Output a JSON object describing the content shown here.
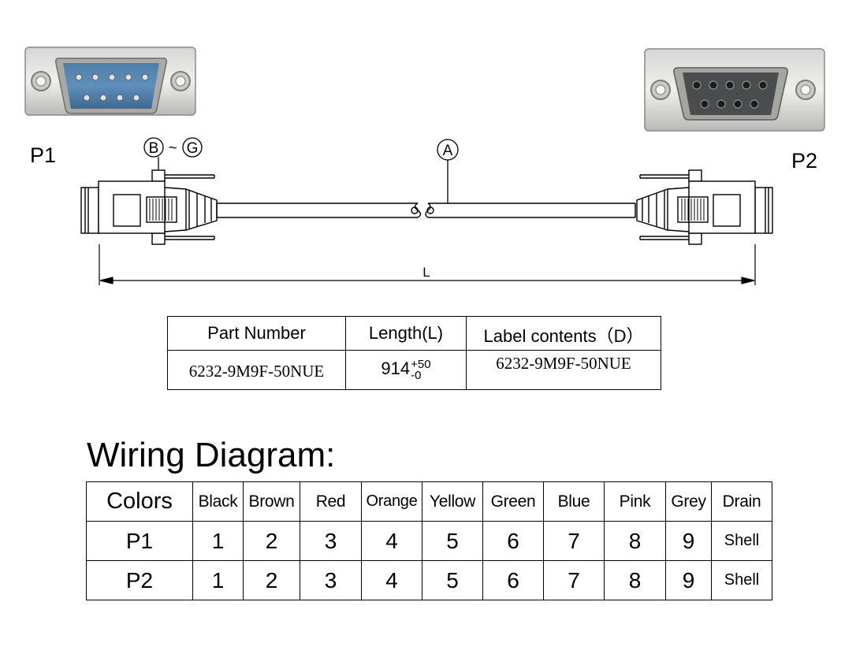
{
  "drawing": {
    "p1_label": "P1",
    "p2_label": "P2",
    "callout_b": "B",
    "callout_tilde": "~",
    "callout_g": "G",
    "callout_a": "A",
    "length_label": "L"
  },
  "spec_table": {
    "headers": [
      "Part Number",
      "Length(L)",
      "Label contents（D）"
    ],
    "part_number": "6232-9M9F-50NUE",
    "length_value": "914",
    "length_tol_plus": "+50",
    "length_tol_minus": "-0",
    "label_contents": "6232-9M9F-50NUE"
  },
  "wiring": {
    "title": "Wiring Diagram:",
    "colors_label": "Colors",
    "colors": [
      "Black",
      "Brown",
      "Red",
      "Orange",
      "Yellow",
      "Green",
      "Blue",
      "Pink",
      "Grey",
      "Drain"
    ],
    "rows": [
      {
        "label": "P1",
        "pins": [
          "1",
          "2",
          "3",
          "4",
          "5",
          "6",
          "7",
          "8",
          "9",
          "Shell"
        ]
      },
      {
        "label": "P2",
        "pins": [
          "1",
          "2",
          "3",
          "4",
          "5",
          "6",
          "7",
          "8",
          "9",
          "Shell"
        ]
      }
    ]
  }
}
